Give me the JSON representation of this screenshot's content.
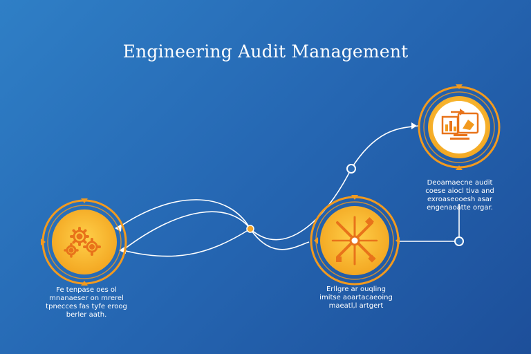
{
  "title": "Engineering Audit Management",
  "colors": {
    "background_start": "#2f7fc6",
    "background_end": "#1d4f9a",
    "ring_orange": "#f29a1e",
    "node_fill": "#f6b42a",
    "icon_orange": "#e8731a",
    "connector_white": "#ffffff",
    "midpoint_dot": "#f3a52a"
  },
  "nodes": [
    {
      "id": "left",
      "icon": "gears-icon",
      "caption": [
        "Fe tenpase oes ol",
        "mnanaeser on mrerel",
        "tpnecces fas tyfe eroog",
        "berler aath."
      ]
    },
    {
      "id": "center",
      "icon": "tools-cross-icon",
      "caption": [
        "Erllgre ar ouqling",
        "imitse aoartacaeoing",
        "maeatl,l artgert"
      ]
    },
    {
      "id": "right",
      "icon": "monitor-chart-icon",
      "caption": [
        "Deoamaecne audit",
        "coese aiocl tiva and",
        "exroaseooesh asar",
        "engenaoatte orgar."
      ]
    }
  ]
}
